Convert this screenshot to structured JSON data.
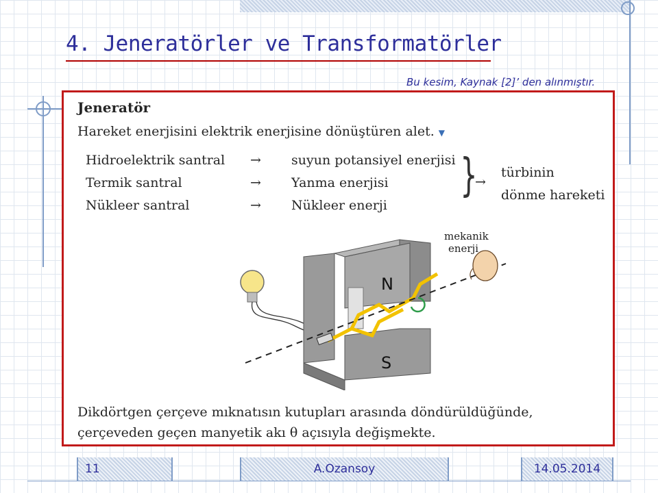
{
  "slide": {
    "title": "4. Jeneratörler ve Transformatörler",
    "source_note": "Bu kesim, Kaynak [2]’ den alınmıştır."
  },
  "content": {
    "heading": "Jeneratör",
    "subtitle": "Hareket enerjisini elektrik enerjisine dönüştüren alet.",
    "arrow_symbol": "→",
    "plants": [
      {
        "name": "Hidroelektrik santral",
        "energy": "suyun potansiyel enerjisi"
      },
      {
        "name": "Termik santral",
        "energy": "Yanma enerjisi"
      },
      {
        "name": "Nükleer santral",
        "energy": "Nükleer enerji"
      }
    ],
    "result": [
      "türbinin",
      "dönme hareketi"
    ],
    "diagram": {
      "label_line1": "mekanik",
      "label_line2": "enerji",
      "pole_n": "N",
      "pole_s": "S"
    },
    "caption": [
      "Dikdörtgen çerçeve mıknatısın kutupları arasında döndürüldüğünde,",
      "çerçeveden geçen manyetik akı θ açısıyla değişmekte."
    ]
  },
  "footer": {
    "page_number": "11",
    "author": "A.Ozansoy",
    "date": "14.05.2014"
  },
  "colors": {
    "title": "#2d2e9a",
    "frame_border": "#c11a1a",
    "magnet": "#8f8f8f",
    "coil": "#f2c200"
  }
}
